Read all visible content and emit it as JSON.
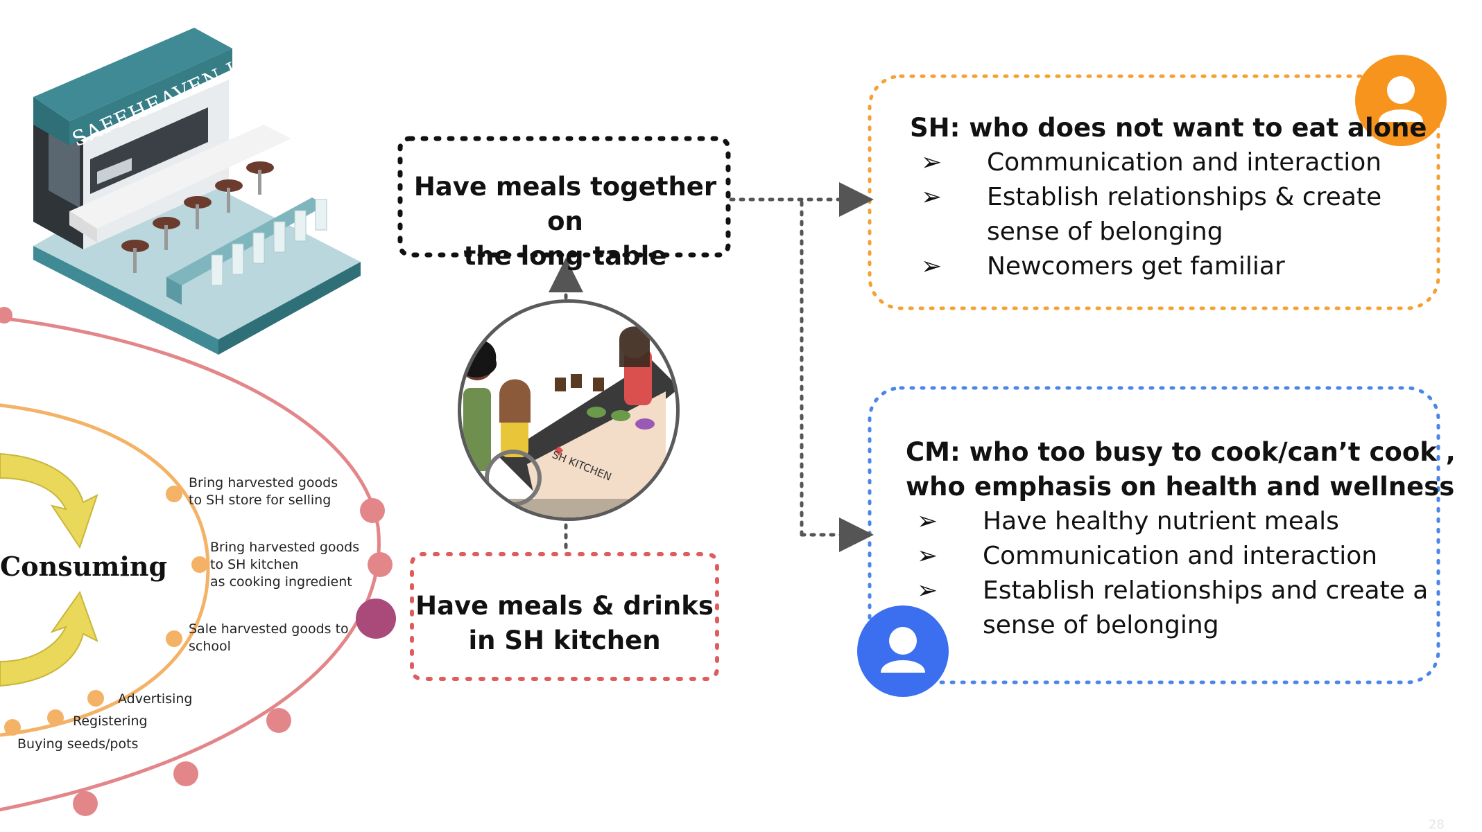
{
  "kitchen_sign": "SAFEHEAVEN KITCHEN",
  "illustration_sign": "SH KITCHEN",
  "top_box": {
    "lines": [
      "Have meals together on",
      "the long table"
    ]
  },
  "bottom_box": {
    "lines": [
      "Have meals & drinks",
      "in SH kitchen"
    ]
  },
  "sh_box": {
    "heading": "SH: who does not want to eat alone",
    "bullets": [
      "Communication and interaction",
      "Establish relationships & create",
      "sense of belonging",
      "Newcomers get familiar"
    ]
  },
  "cm_box": {
    "heading_lines": [
      "CM: who too busy to cook/can’t cook ,",
      "who emphasis on health and wellness"
    ],
    "bullets": [
      "Have healthy nutrient meals",
      "Communication and interaction",
      "Establish relationships and create a",
      "sense of belonging"
    ]
  },
  "bullet_glyph": "➢",
  "cycle_label": "Consuming",
  "orbit_labels": [
    "Bring harvested goods\nto SH store for selling",
    "Bring harvested goods\nto SH kitchen\nas cooking ingredient",
    "Sale harvested goods to\nschool",
    "Advertising",
    "Registering",
    "Buying seeds/pots"
  ],
  "page_number": "28",
  "colors": {
    "sh_border": "#f5a033",
    "cm_border": "#4a86e8",
    "bottom_border": "#e05c5c",
    "top_border": "#111111",
    "sh_avatar": "#f7941d",
    "cm_avatar": "#3b6ff0",
    "orbit_outer": "#e3868a",
    "orbit_inner": "#f4b266",
    "cycle_arrow": "#e9d85a"
  },
  "icons": [
    "user-avatar-icon",
    "cycle-arrow-icon",
    "connector-arrow-icon"
  ]
}
